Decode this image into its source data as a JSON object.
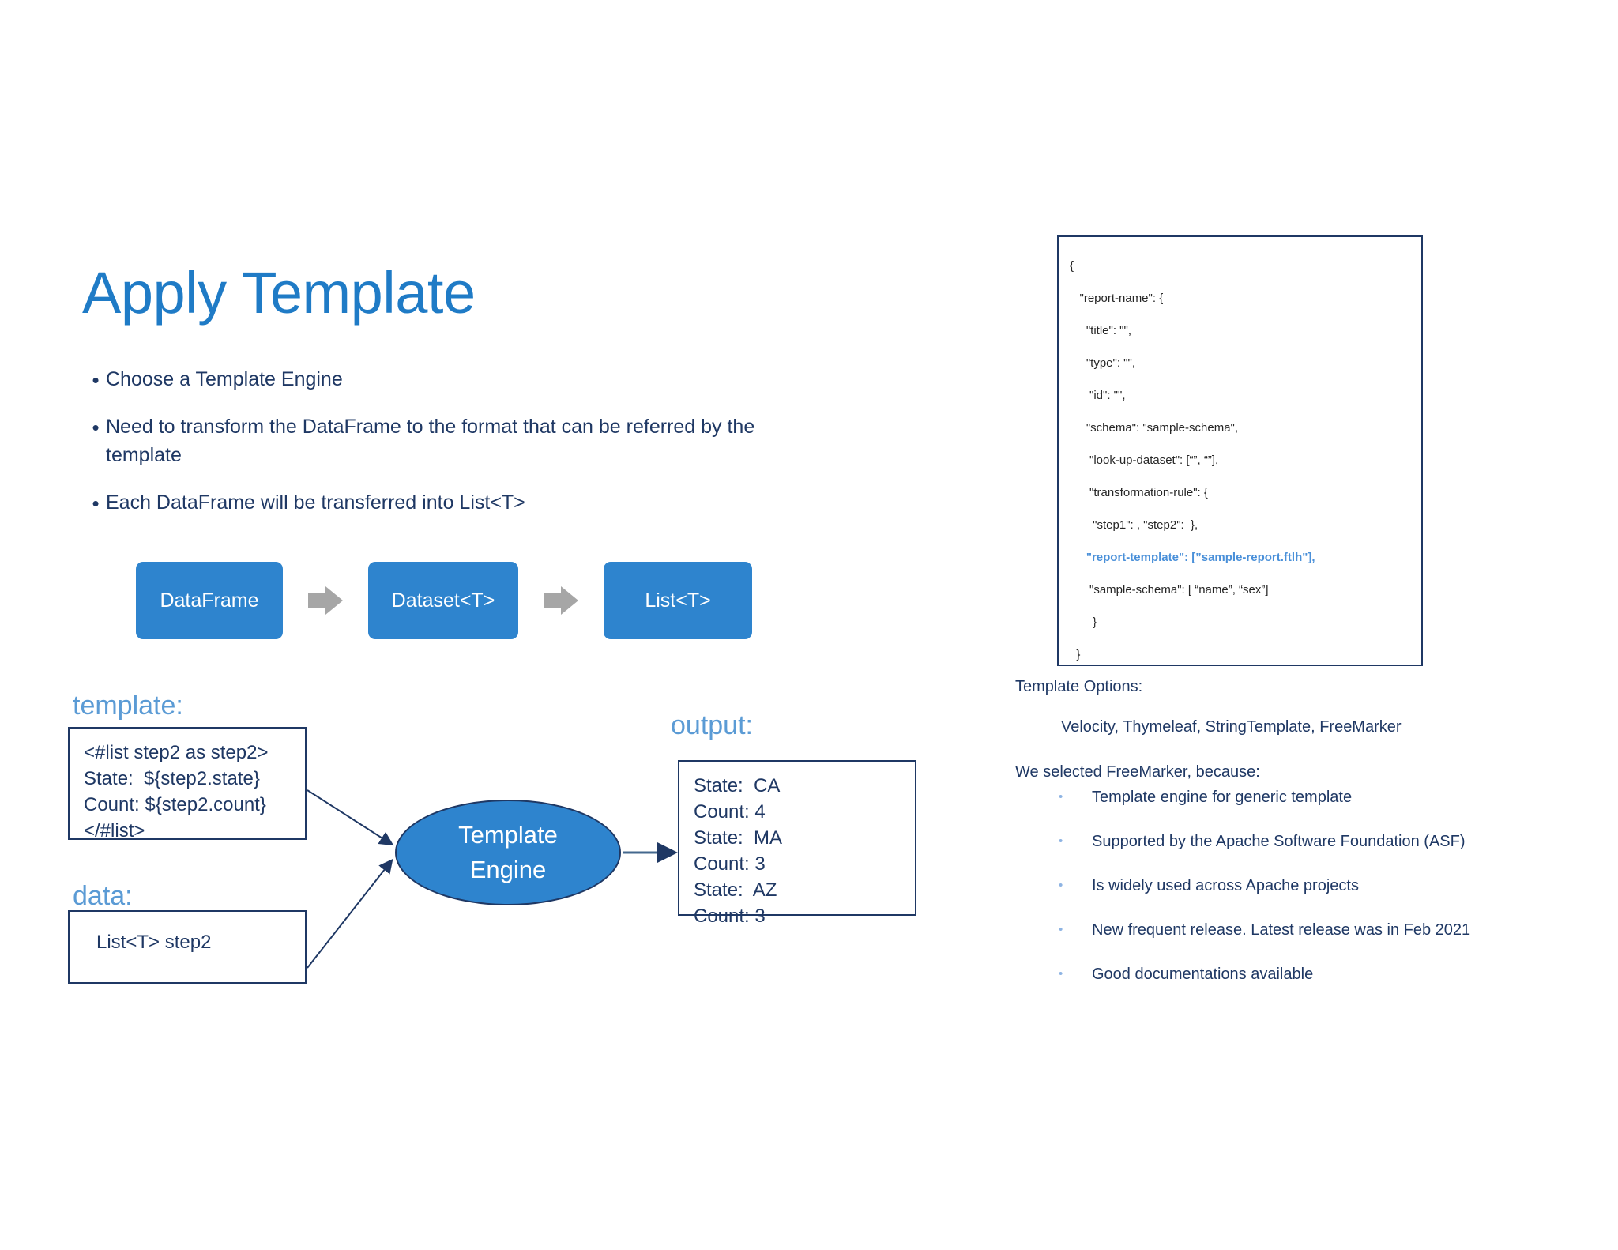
{
  "slide": {
    "title": "Apply Template",
    "intro_bullets": [
      "Choose a Template Engine",
      "Need to transform the DataFrame to the format that can be referred by the template",
      "Each DataFrame will be transferred into List<T>"
    ]
  },
  "flow": {
    "steps": [
      {
        "label": "DataFrame"
      },
      {
        "label": "Dataset<T>"
      },
      {
        "label": "List<T>"
      }
    ],
    "arrow_icon": "right-arrow-icon",
    "box_color": "#2E84CE",
    "arrow_color": "#A6A6A6"
  },
  "diagram": {
    "template_label": "template:",
    "data_label": "data:",
    "output_label": "output:",
    "label_color": "#5B9BD5",
    "template_code": [
      "<#list step2 as step2>",
      "State:  ${step2.state}",
      "Count: ${step2.count}",
      "</#list>"
    ],
    "data_code": [
      "List<T> step2"
    ],
    "engine": {
      "line1": "Template",
      "line2": "Engine",
      "fill": "#2E84CE",
      "stroke": "#1F3864"
    },
    "output_code": [
      "State:  CA",
      "Count: 4",
      "State:  MA",
      "Count: 3",
      "State:  AZ",
      "Count: 3"
    ]
  },
  "json_card": {
    "lines": [
      {
        "text": "{",
        "highlight": false
      },
      {
        "text": "   \"report-name\": {",
        "highlight": false
      },
      {
        "text": "     \"title\": \"\",",
        "highlight": false
      },
      {
        "text": "     \"type\": \"\",",
        "highlight": false
      },
      {
        "text": "      \"id\": \"\",",
        "highlight": false
      },
      {
        "text": "     \"schema\": \"sample-schema\",",
        "highlight": false
      },
      {
        "text": "      \"look-up-dataset\": [“”, “”],",
        "highlight": false
      },
      {
        "text": "      \"transformation-rule\": {",
        "highlight": false
      },
      {
        "text": "       \"step1\": , \"step2\":  },",
        "highlight": false
      },
      {
        "text": "     \"report-template\": [”sample-report.ftlh\"],",
        "highlight": true
      },
      {
        "text": "      \"sample-schema\": [ “name”, “sex”]",
        "highlight": false
      },
      {
        "text": "       }",
        "highlight": false
      },
      {
        "text": "  }",
        "highlight": false
      }
    ],
    "highlight_color": "#4A90D9"
  },
  "options": {
    "heading": "Template Options:",
    "engines_line": "Velocity, Thymeleaf, StringTemplate, FreeMarker",
    "reason_heading": "We selected FreeMarker, because:",
    "reasons": [
      "Template engine for generic template",
      "Supported by the Apache Software Foundation (ASF)",
      "Is widely used across Apache projects",
      "New frequent release. Latest release was in Feb 2021",
      "Good documentations available"
    ],
    "bullet_glyph": "•"
  }
}
